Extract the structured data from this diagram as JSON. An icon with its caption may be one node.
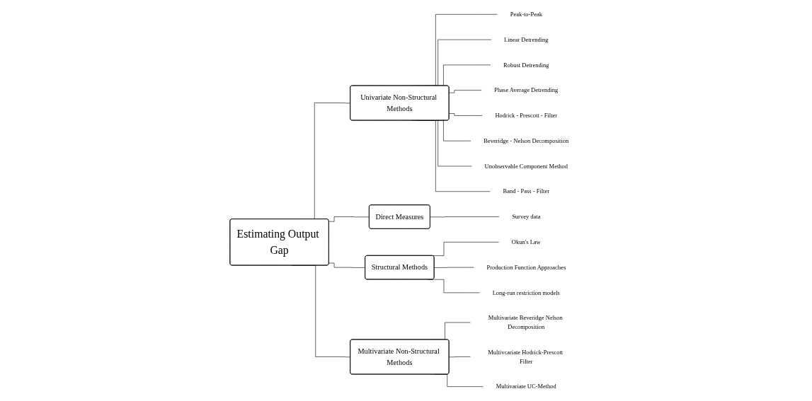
{
  "diagram": {
    "nodes": [
      {
        "text": [
          "Estimating Output Gap"
        ]
      },
      {
        "text": [
          "Univariate Non-Structural Methods"
        ]
      },
      {
        "text": [
          "Direct Measures"
        ]
      },
      {
        "text": [
          "Structural Methods"
        ]
      },
      {
        "text": [
          "Multivariate Non-Structural Methods"
        ]
      },
      {
        "text": [
          "Peak-to-Peak"
        ]
      },
      {
        "text": [
          "Linear Detrending"
        ]
      },
      {
        "text": [
          "Robust Detrending"
        ]
      },
      {
        "text": [
          "Phase Average Detrending"
        ]
      },
      {
        "text": [
          "Hodrick - Prescott - Filter"
        ]
      },
      {
        "text": [
          "Beveridge - Nelson Decomposition"
        ]
      },
      {
        "text": [
          "Unobservable Component Method"
        ]
      },
      {
        "text": [
          "Band - Pass - Filter"
        ]
      },
      {
        "text": [
          "Survey data"
        ]
      },
      {
        "text": [
          "Okun's Law"
        ]
      },
      {
        "text": [
          "Production Function Approaches"
        ]
      },
      {
        "text": [
          "Long-run restriction models"
        ]
      },
      {
        "text": [
          "Multivariate Beveridge Nelson Decomposition"
        ]
      },
      {
        "text": [
          "Multivcariate Hodrick-Prescott Filter"
        ]
      },
      {
        "text": [
          "Multivariate UC-Method"
        ]
      }
    ],
    "edges": [
      {
        "from": 0,
        "to": 1,
        "arrow": "none"
      },
      {
        "from": 0,
        "to": 2,
        "arrow": "none"
      },
      {
        "from": 0,
        "to": 3,
        "arrow": "none"
      },
      {
        "from": 0,
        "to": 4,
        "arrow": "none"
      },
      {
        "from": 1,
        "to": 5,
        "arrow": "none"
      },
      {
        "from": 1,
        "to": 6,
        "arrow": "none"
      },
      {
        "from": 1,
        "to": 7,
        "arrow": "none"
      },
      {
        "from": 1,
        "to": 8,
        "arrow": "none"
      },
      {
        "from": 1,
        "to": 9,
        "arrow": "none"
      },
      {
        "from": 1,
        "to": 10,
        "arrow": "none"
      },
      {
        "from": 1,
        "to": 11,
        "arrow": "none"
      },
      {
        "from": 1,
        "to": 12,
        "arrow": "none"
      },
      {
        "from": 2,
        "to": 13,
        "arrow": "none"
      },
      {
        "from": 3,
        "to": 14,
        "arrow": "none"
      },
      {
        "from": 3,
        "to": 15,
        "arrow": "none"
      },
      {
        "from": 3,
        "to": 16,
        "arrow": "none"
      },
      {
        "from": 4,
        "to": 17,
        "arrow": "none"
      },
      {
        "from": 4,
        "to": 18,
        "arrow": "none"
      },
      {
        "from": 4,
        "to": 19,
        "arrow": "none"
      }
    ]
  }
}
